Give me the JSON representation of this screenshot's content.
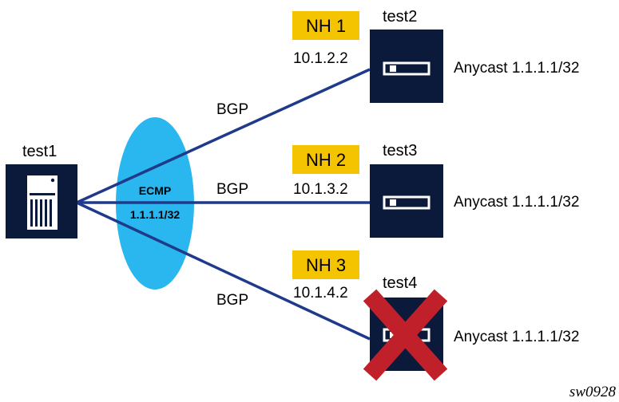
{
  "colors": {
    "link": "#1f3a8a",
    "device": "#0b1a3a",
    "ecmp_bubble": "#2ab6ee",
    "nh_badge": "#f5c400",
    "failure_x": "#c0202a"
  },
  "routers": {
    "test1": {
      "name": "test1",
      "icon": "router-chassis-icon"
    },
    "test2": {
      "name": "test2",
      "icon": "server-icon"
    },
    "test3": {
      "name": "test3",
      "icon": "server-icon"
    },
    "test4": {
      "name": "test4",
      "icon": "server-icon",
      "failed": true
    }
  },
  "ecmp": {
    "label": "ECMP",
    "prefix": "1.1.1.1/32"
  },
  "links": [
    {
      "protocol": "BGP",
      "next_hop_label": "NH 1",
      "next_hop_ip": "10.1.2.2",
      "anycast": "Anycast 1.1.1.1/32"
    },
    {
      "protocol": "BGP",
      "next_hop_label": "NH 2",
      "next_hop_ip": "10.1.3.2",
      "anycast": "Anycast 1.1.1.1/32"
    },
    {
      "protocol": "BGP",
      "next_hop_label": "NH 3",
      "next_hop_ip": "10.1.4.2",
      "anycast": "Anycast 1.1.1.1/32"
    }
  ],
  "figure_id": "sw0928"
}
